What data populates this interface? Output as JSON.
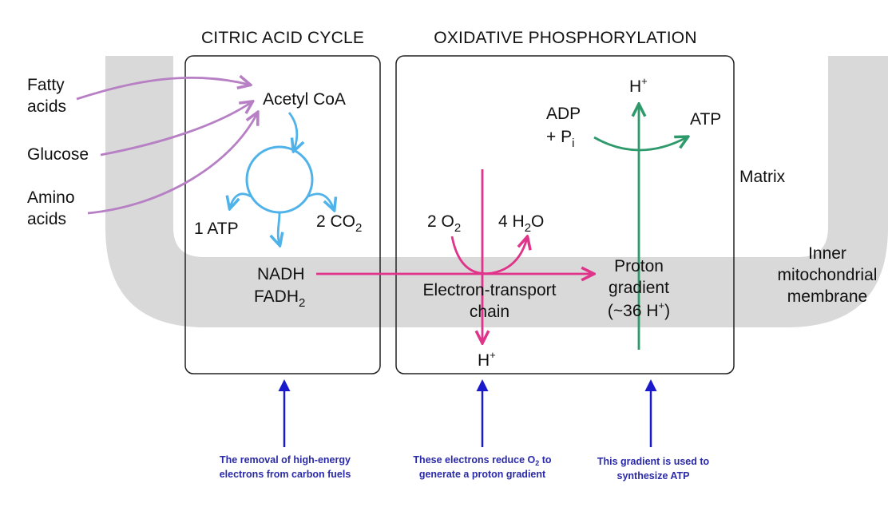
{
  "headers": {
    "citric": "CITRIC ACID CYCLE",
    "oxphos": "OXIDATIVE PHOSPHORYLATION"
  },
  "fuels": {
    "fatty_line1": "Fatty",
    "fatty_line2": "acids",
    "glucose": "Glucose",
    "amino_line1": "Amino",
    "amino_line2": "acids"
  },
  "cycle": {
    "acetyl": "Acetyl CoA",
    "atp": "1 ATP",
    "co2": "2 CO",
    "co2_sub": "2",
    "nadh": "NADH",
    "fadh": "FADH",
    "fadh_sub": "2"
  },
  "etc": {
    "o2": "2 O",
    "o2_sub": "2",
    "h2o_a": "4 H",
    "h2o_sub": "2",
    "h2o_b": "O",
    "chain_line1": "Electron-transport",
    "chain_line2": "chain",
    "h_bottom": "H",
    "h_bottom_sup": "+"
  },
  "synthase": {
    "h_top": "H",
    "h_top_sup": "+",
    "adp": "ADP",
    "pi_prefix": "+ P",
    "pi_sub": "i",
    "atp": "ATP",
    "proton_line1": "Proton",
    "proton_line2": "gradient",
    "proton_line3_a": "(~36 H",
    "proton_line3_sup": "+",
    "proton_line3_b": ")"
  },
  "regions": {
    "matrix": "Matrix",
    "membrane_line1": "Inner",
    "membrane_line2": "mitochondrial",
    "membrane_line3": "membrane"
  },
  "notes": {
    "n1_line1": "The removal of high-energy",
    "n1_line2": "electrons from carbon fuels",
    "n2_line1_a": "These electrons reduce O",
    "n2_line1_sub": "2",
    "n2_line1_b": " to",
    "n2_line2": "generate a proton gradient",
    "n3_line1": "This gradient is used to",
    "n3_line2": "synthesize ATP"
  },
  "colors": {
    "membrane": "#d9d9d9",
    "fuel_arrows": "#b77fc4",
    "cycle": "#4fb3ea",
    "electron_flow": "#e0338a",
    "atp_synthase": "#2e9a6c",
    "note_arrows": "#1a1acc",
    "note_text": "#2a2aa8"
  }
}
